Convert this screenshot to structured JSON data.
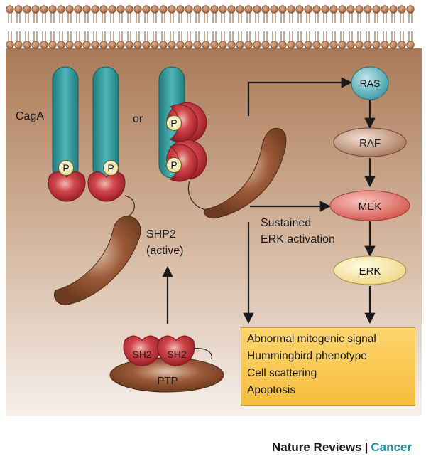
{
  "labels": {
    "caga": "CagA",
    "or": "or",
    "p": "P",
    "shp2_active_line1": "SHP2",
    "shp2_active_line2": "(active)",
    "sh2": "SH2",
    "ptp": "PTP",
    "ras": "RAS",
    "raf": "RAF",
    "mek": "MEK",
    "erk": "ERK",
    "sustained_line1": "Sustained",
    "sustained_line2": "ERK activation"
  },
  "outcomes": [
    "Abnormal mitogenic signal",
    "Hummingbird phenotype",
    "Cell scattering",
    "Apoptosis"
  ],
  "footer": {
    "journal": "Nature Reviews",
    "separator": "|",
    "section": "Cancer"
  },
  "colors": {
    "cytoplasm_top": "#a97a58",
    "cytoplasm_bottom": "#f4ece6",
    "caga": "#2a8f93",
    "sh2_domain": "#c4323a",
    "ptp_domain": "#8a4a2c",
    "phospho": "#f6efc0",
    "ras": "#58b0bb",
    "raf": "#c49a7e",
    "mek": "#e07a72",
    "erk": "#f6e9a0",
    "outcome_box": "#f8c44e",
    "accent_text": "#1f8ea0"
  }
}
